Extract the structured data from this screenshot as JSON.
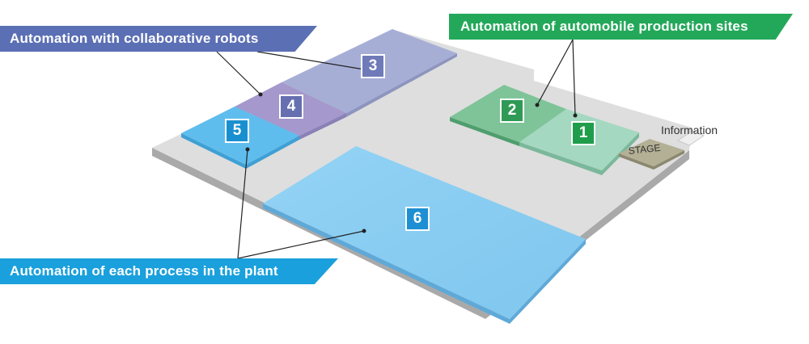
{
  "banners": {
    "collaborative": "Automation with collaborative robots",
    "automobile": "Automation of automobile production sites",
    "plant": "Automation of each process in the plant"
  },
  "zones": [
    {
      "number": "1",
      "group": "automobile"
    },
    {
      "number": "2",
      "group": "automobile"
    },
    {
      "number": "3",
      "group": "collaborative"
    },
    {
      "number": "4",
      "group": "collaborative"
    },
    {
      "number": "5",
      "group": "plant"
    },
    {
      "number": "6",
      "group": "plant"
    }
  ],
  "labels": {
    "information": "Information",
    "stage": "STAGE"
  },
  "colors": {
    "collaborative": "#5b6fb4",
    "automobile": "#23a85a",
    "plant": "#1aa0dc",
    "floor": "#dcdcdc"
  }
}
